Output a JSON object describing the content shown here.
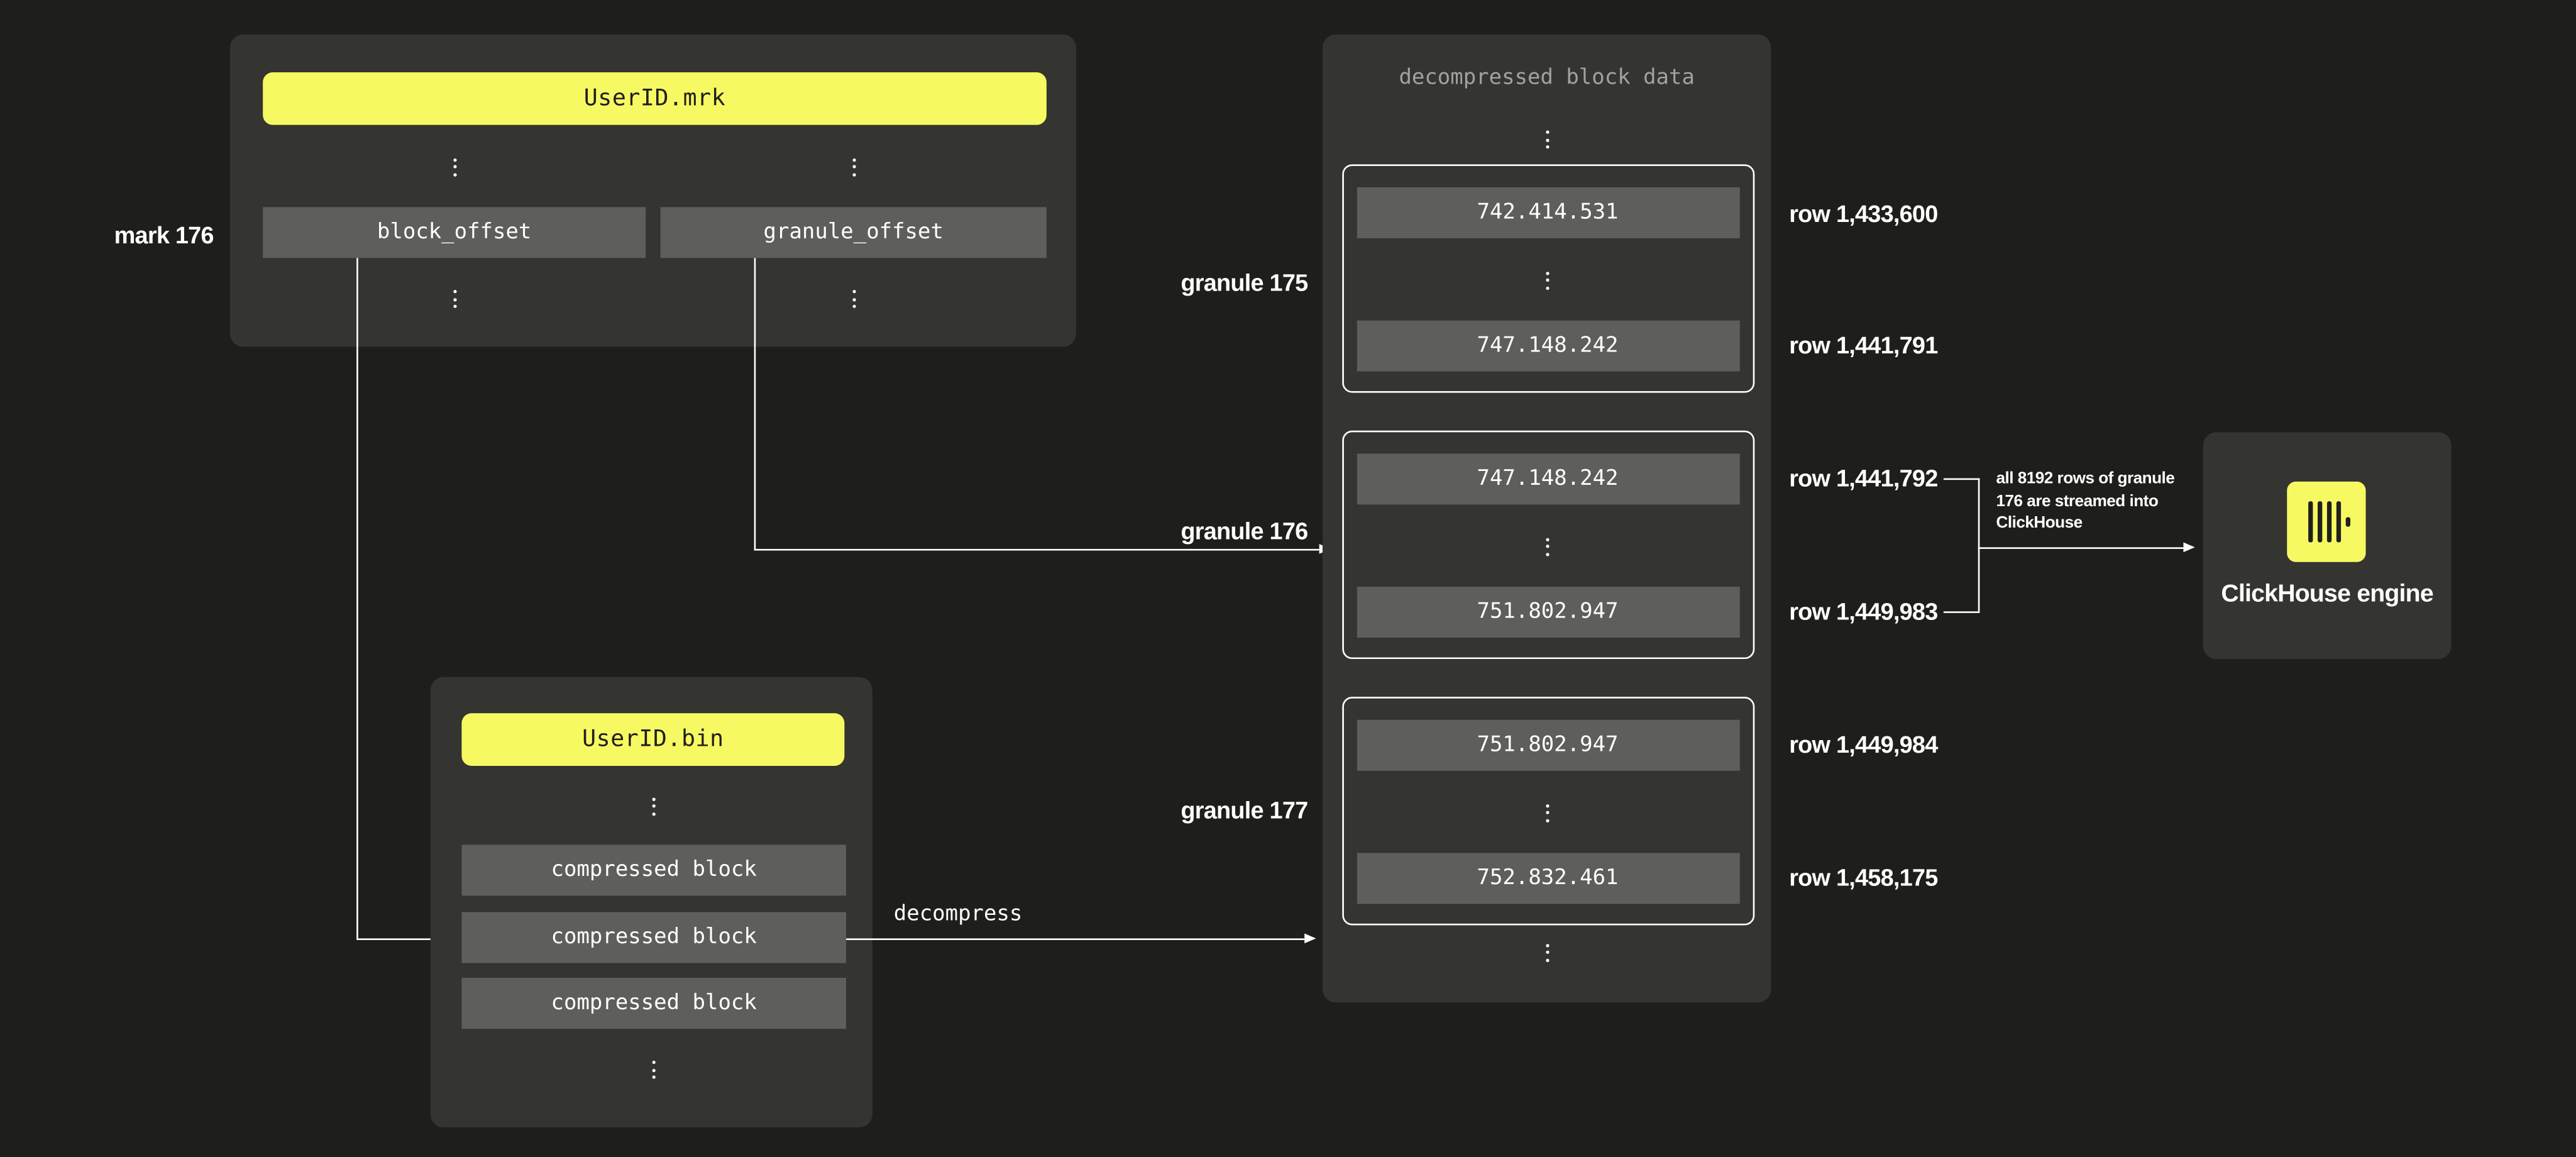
{
  "colors": {
    "background": "#1e1e1a",
    "panel": "#343431",
    "cell_gray": "#5e5e5c",
    "accent_yellow": "#f7f962",
    "text_light": "#ffffff",
    "text_muted": "#a2a29f",
    "text_dark": "#20201c"
  },
  "mrk_file": {
    "title": "UserID.mrk",
    "mark_label": "mark 176",
    "fields": [
      {
        "label": "block_offset"
      },
      {
        "label": "granule_offset"
      }
    ]
  },
  "bin_file": {
    "title": "UserID.bin",
    "blocks": [
      {
        "label": "compressed block"
      },
      {
        "label": "compressed block"
      },
      {
        "label": "compressed block"
      }
    ]
  },
  "decompress": {
    "label": "decompress"
  },
  "decompressed": {
    "title": "decompressed block data",
    "granules": [
      {
        "label": "granule 175",
        "first_value": "742.414.531",
        "last_value": "747.148.242",
        "first_row_label": "row 1,433,600",
        "last_row_label": "row 1,441,791"
      },
      {
        "label": "granule 176",
        "first_value": "747.148.242",
        "last_value": "751.802.947",
        "first_row_label": "row 1,441,792",
        "last_row_label": "row 1,449,983"
      },
      {
        "label": "granule 177",
        "first_value": "751.802.947",
        "last_value": "752.832.461",
        "first_row_label": "row 1,449,984",
        "last_row_label": "row 1,458,175"
      }
    ]
  },
  "stream_annotation": {
    "lines": [
      "all 8192 rows of granule",
      "176 are streamed into",
      "ClickHouse"
    ]
  },
  "engine": {
    "label": "ClickHouse engine"
  }
}
